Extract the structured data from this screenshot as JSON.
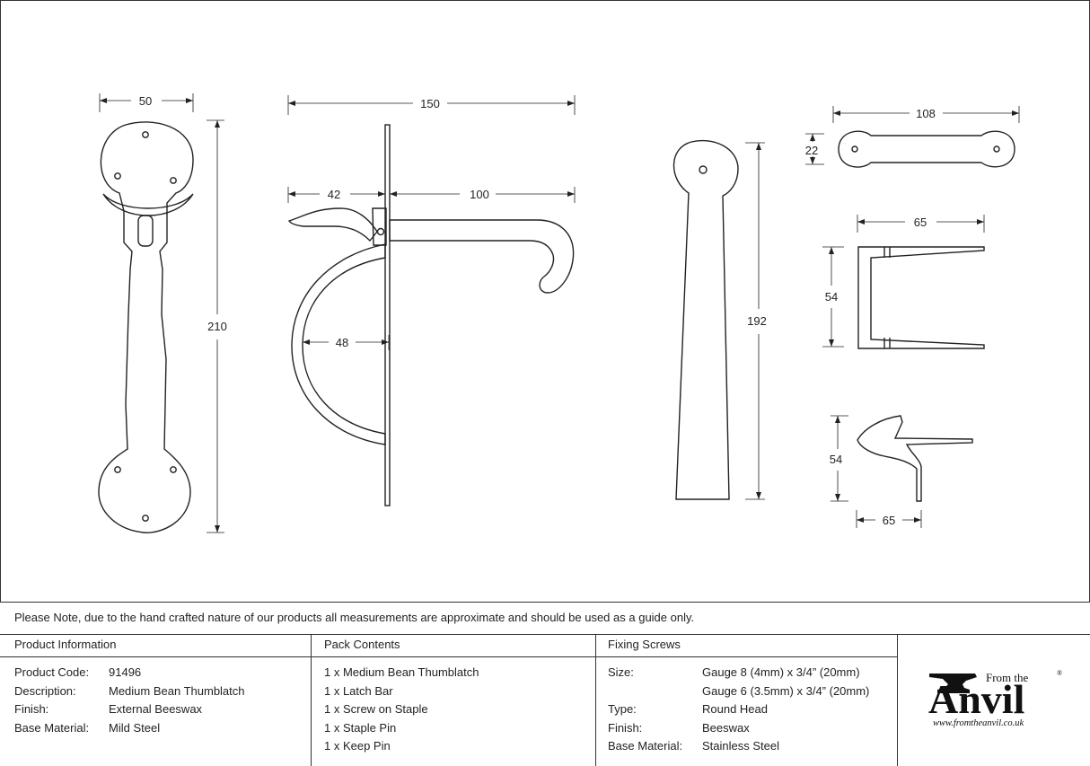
{
  "dimensions": {
    "handle_width": "50",
    "handle_height": "210",
    "thumblatch_width": "150",
    "thumbpiece_length": "42",
    "latch_reach": "100",
    "bow_depth": "48",
    "latch_bar_height": "192",
    "staple_width": "108",
    "staple_height": "22",
    "screw_staple_width": "65",
    "screw_staple_height": "54",
    "keep_height": "54",
    "keep_width": "65"
  },
  "note": "Please Note, due to the hand crafted nature of our products all measurements are approximate and should be used as a guide only.",
  "product_information": {
    "heading": "Product Information",
    "rows": [
      {
        "label": "Product Code:",
        "value": "91496"
      },
      {
        "label": "Description:",
        "value": "Medium Bean Thumblatch"
      },
      {
        "label": "Finish:",
        "value": "External Beeswax"
      },
      {
        "label": "Base Material:",
        "value": "Mild Steel"
      }
    ]
  },
  "pack_contents": {
    "heading": "Pack Contents",
    "items": [
      "1 x Medium Bean Thumblatch",
      "1 x Latch Bar",
      "1 x Screw on Staple",
      "1 x Staple Pin",
      "1 x Keep Pin"
    ]
  },
  "fixing_screws": {
    "heading": "Fixing Screws",
    "size_label": "Size:",
    "size_line1": "Gauge 8 (4mm) x 3/4” (20mm)",
    "size_line2": "Gauge 6 (3.5mm) x 3/4” (20mm)",
    "type_label": "Type:",
    "type_value": "Round Head",
    "finish_label": "Finish:",
    "finish_value": "Beeswax",
    "material_label": "Base Material:",
    "material_value": "Stainless Steel"
  },
  "logo": {
    "from_the": "From the",
    "reg": "®",
    "brand": "Anvil",
    "url": "www.fromtheanvil.co.uk"
  }
}
